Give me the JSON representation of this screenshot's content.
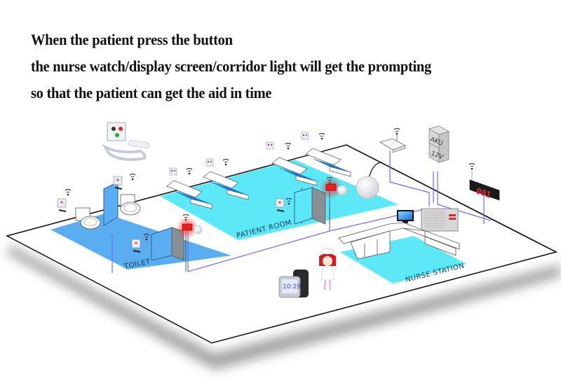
{
  "caption": {
    "lines": [
      "When the patient press the button",
      "the nurse watch/display screen/corridor light will get the prompting",
      "so that the patient can get the aid in time"
    ]
  },
  "diagram": {
    "rooms": {
      "toilet": "TOILET",
      "patient_room": "PATIENT ROOM",
      "nurse_station": "NURSE STATION"
    },
    "power_unit": {
      "top_label": "AKU",
      "bottom_label": "12V"
    },
    "led_display": {
      "value": "001"
    },
    "watch": {
      "time": "10:29"
    },
    "icons": [
      "call-button-panel",
      "wifi-signal",
      "corridor-light",
      "router",
      "dome-light",
      "monitor",
      "host-console",
      "nurse-watch",
      "nurse-figure",
      "bed",
      "toilet-bowl"
    ],
    "colors": {
      "patient_floor": "#5de8f7",
      "toilet_floor": "#5aaef0",
      "nurse_floor": "#5de8f7",
      "wire": "#6b6bff",
      "alarm_red": "#e82020",
      "led_text": "#ff2a2a"
    }
  }
}
